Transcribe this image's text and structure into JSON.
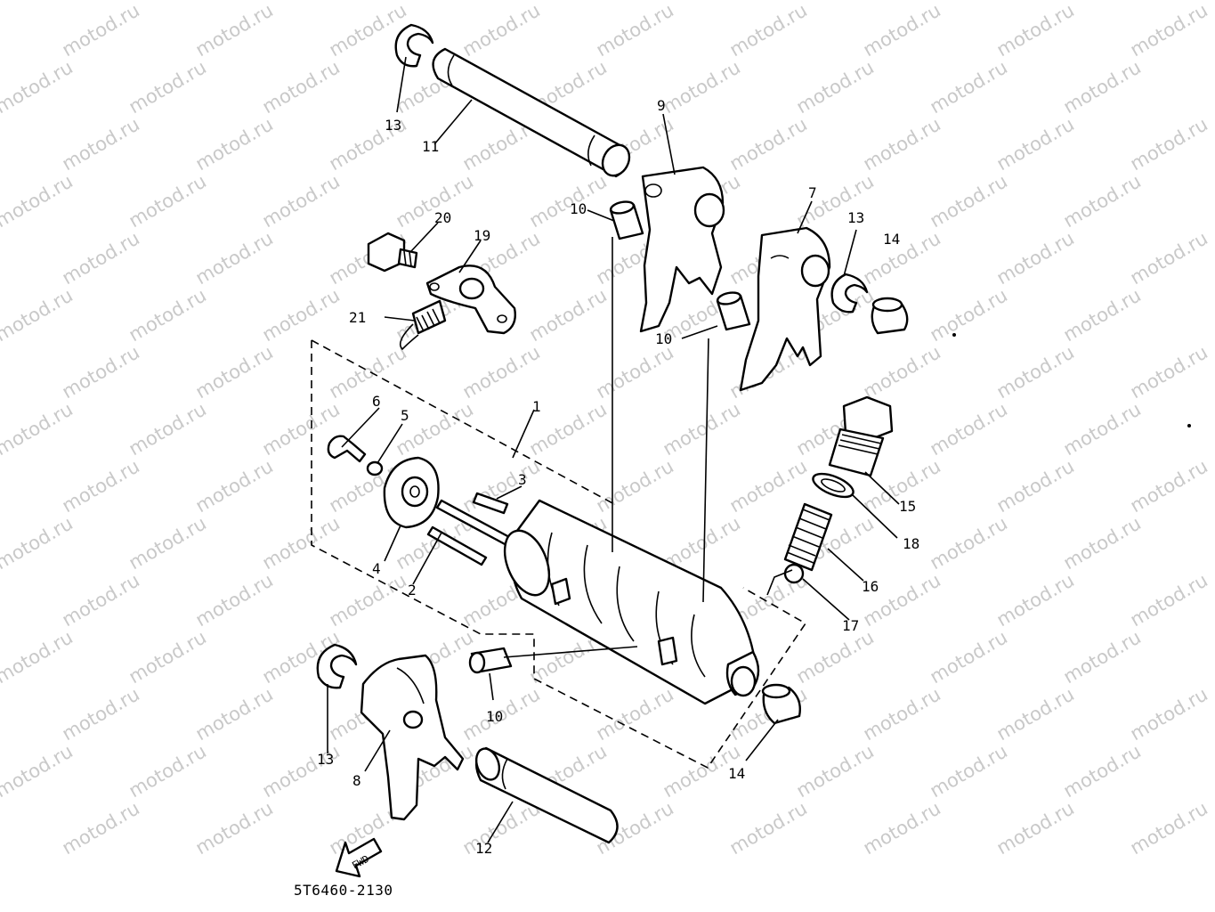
{
  "watermark": "motod.ru",
  "part_code": "5T6460-2130",
  "fwd_label": "FWD",
  "callouts": {
    "c13a": "13",
    "c11": "11",
    "c9": "9",
    "c10a": "10",
    "c20": "20",
    "c19": "19",
    "c7": "7",
    "c13b": "13",
    "c14a": "14",
    "c21": "21",
    "c10b": "10",
    "c6": "6",
    "c5": "5",
    "c1": "1",
    "c3": "3",
    "c15": "15",
    "c18": "18",
    "c4": "4",
    "c2": "2",
    "c16": "16",
    "c17": "17",
    "c10c": "10",
    "c13c": "13",
    "c8": "8",
    "c14b": "14",
    "c12": "12"
  }
}
